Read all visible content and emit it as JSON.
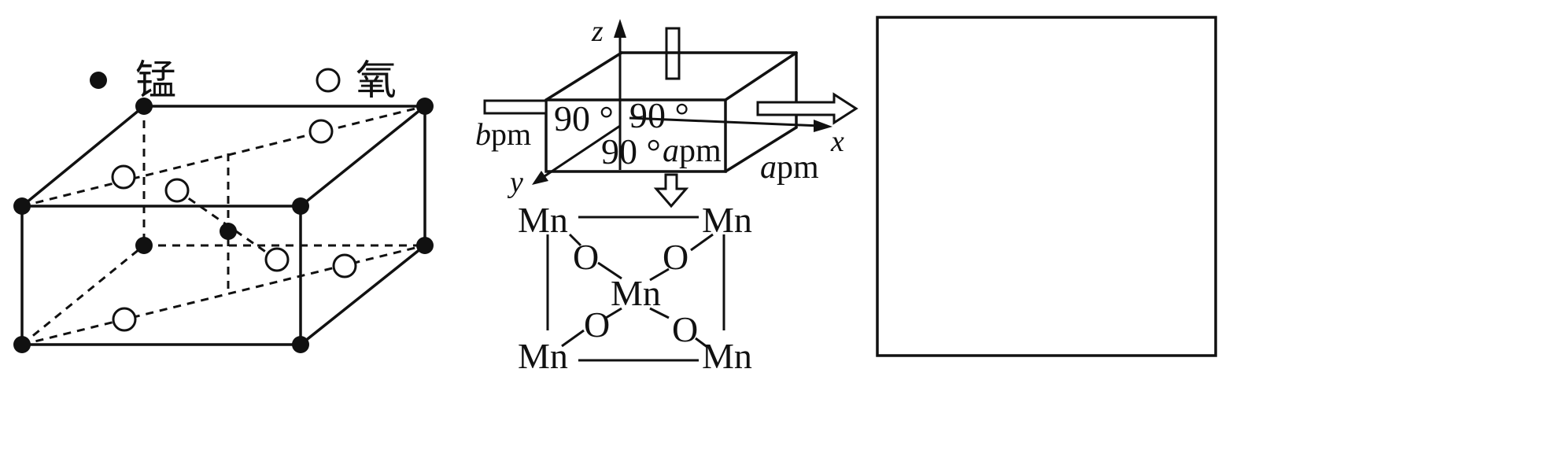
{
  "legend": {
    "manganese_label": "锰",
    "oxygen_label": "氧"
  },
  "axes": {
    "z": "z",
    "x": "x",
    "y": "y"
  },
  "cell_labels": {
    "angle_1": "90 °",
    "angle_2": "90 °",
    "angle_3": "90 °",
    "a_inner_italic": "a",
    "a_inner_unit": "pm",
    "a_outer_italic": "a",
    "a_outer_unit": "pm",
    "b_italic": "b",
    "b_unit": "pm"
  },
  "projection": {
    "top_left": "Mn",
    "top_right": "Mn",
    "center": "Mn",
    "bottom_left": "Mn",
    "bottom_right": "Mn",
    "o_upper_left": "O",
    "o_upper_right": "O",
    "o_lower_left": "O",
    "o_lower_right": "O"
  }
}
